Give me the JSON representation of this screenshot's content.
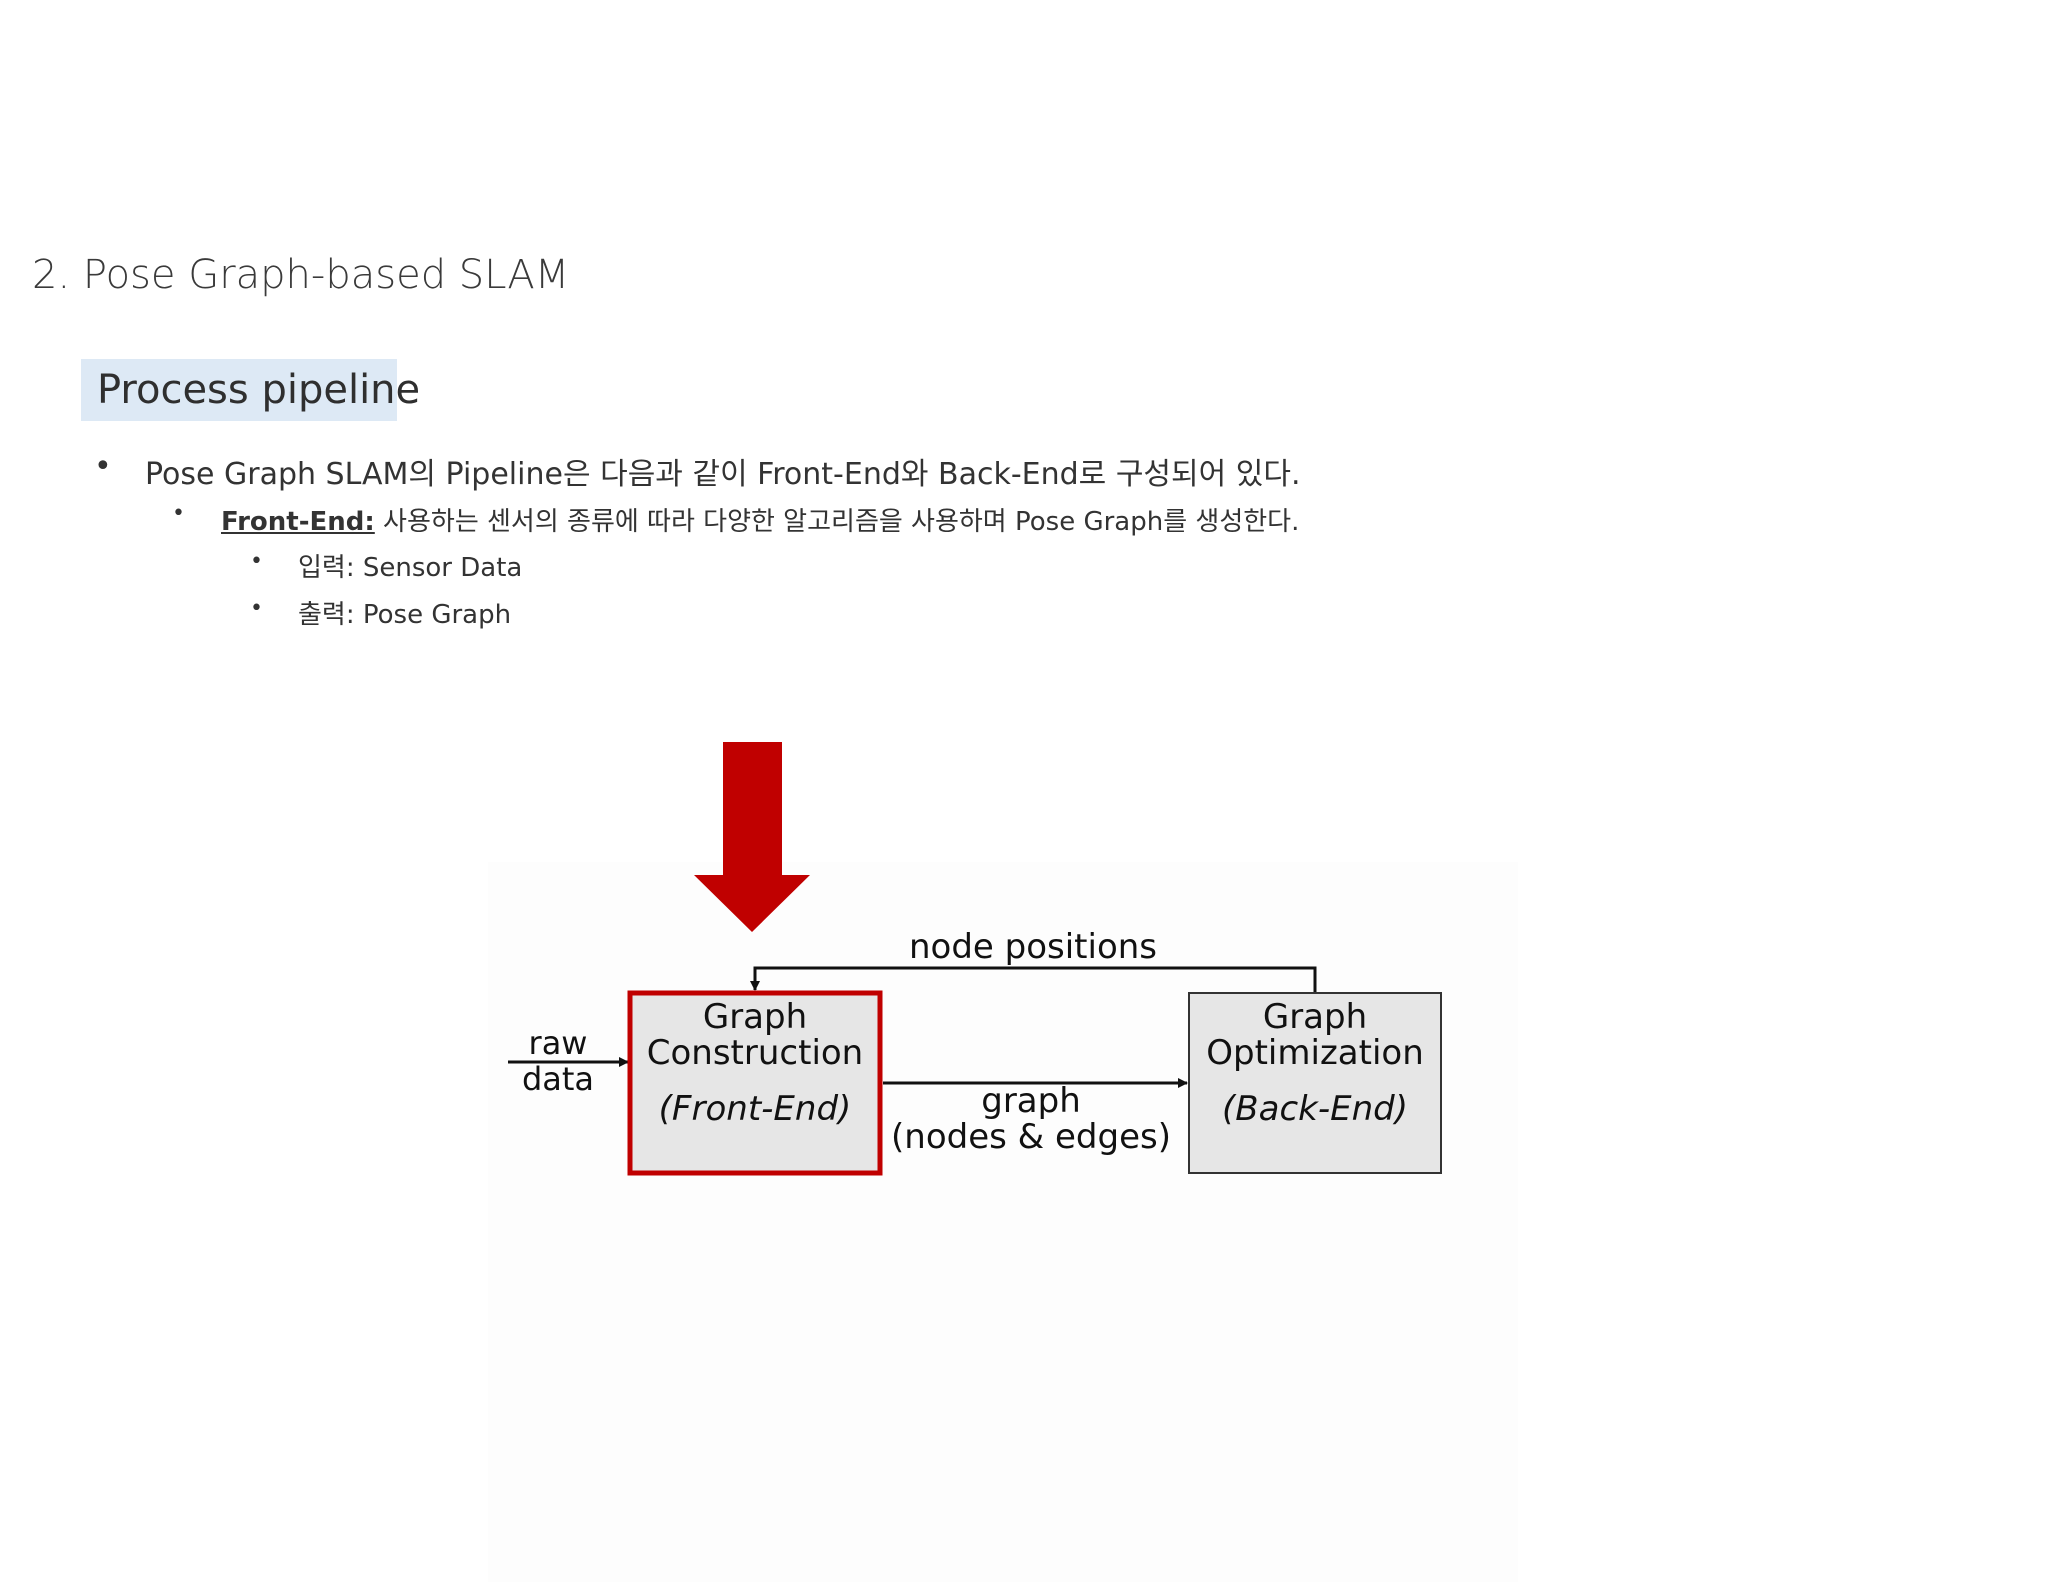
{
  "title": "2. Pose Graph-based SLAM",
  "section_tag": "Process pipeline",
  "bullets": {
    "main": "Pose Graph SLAM의 Pipeline은 다음과 같이 Front-End와 Back-End로 구성되어 있다.",
    "front_end_lead": "Front-End:",
    "front_end_text": " 사용하는 센서의 종류에 따라 다양한 알고리즘을 사용하며 Pose Graph를 생성한다.",
    "input": "입력: Sensor Data",
    "output": "출력: Pose Graph"
  },
  "diagram": {
    "raw_data": [
      "raw",
      "data"
    ],
    "front_box": [
      "Graph",
      "Construction",
      "(Front-End)"
    ],
    "back_box": [
      "Graph",
      "Optimization",
      "(Back-End)"
    ],
    "edge_label": [
      "graph",
      "(nodes & edges)"
    ],
    "feedback_label": "node positions",
    "highlight_color": "#c00000",
    "box_fill": "#e6e6e6"
  }
}
